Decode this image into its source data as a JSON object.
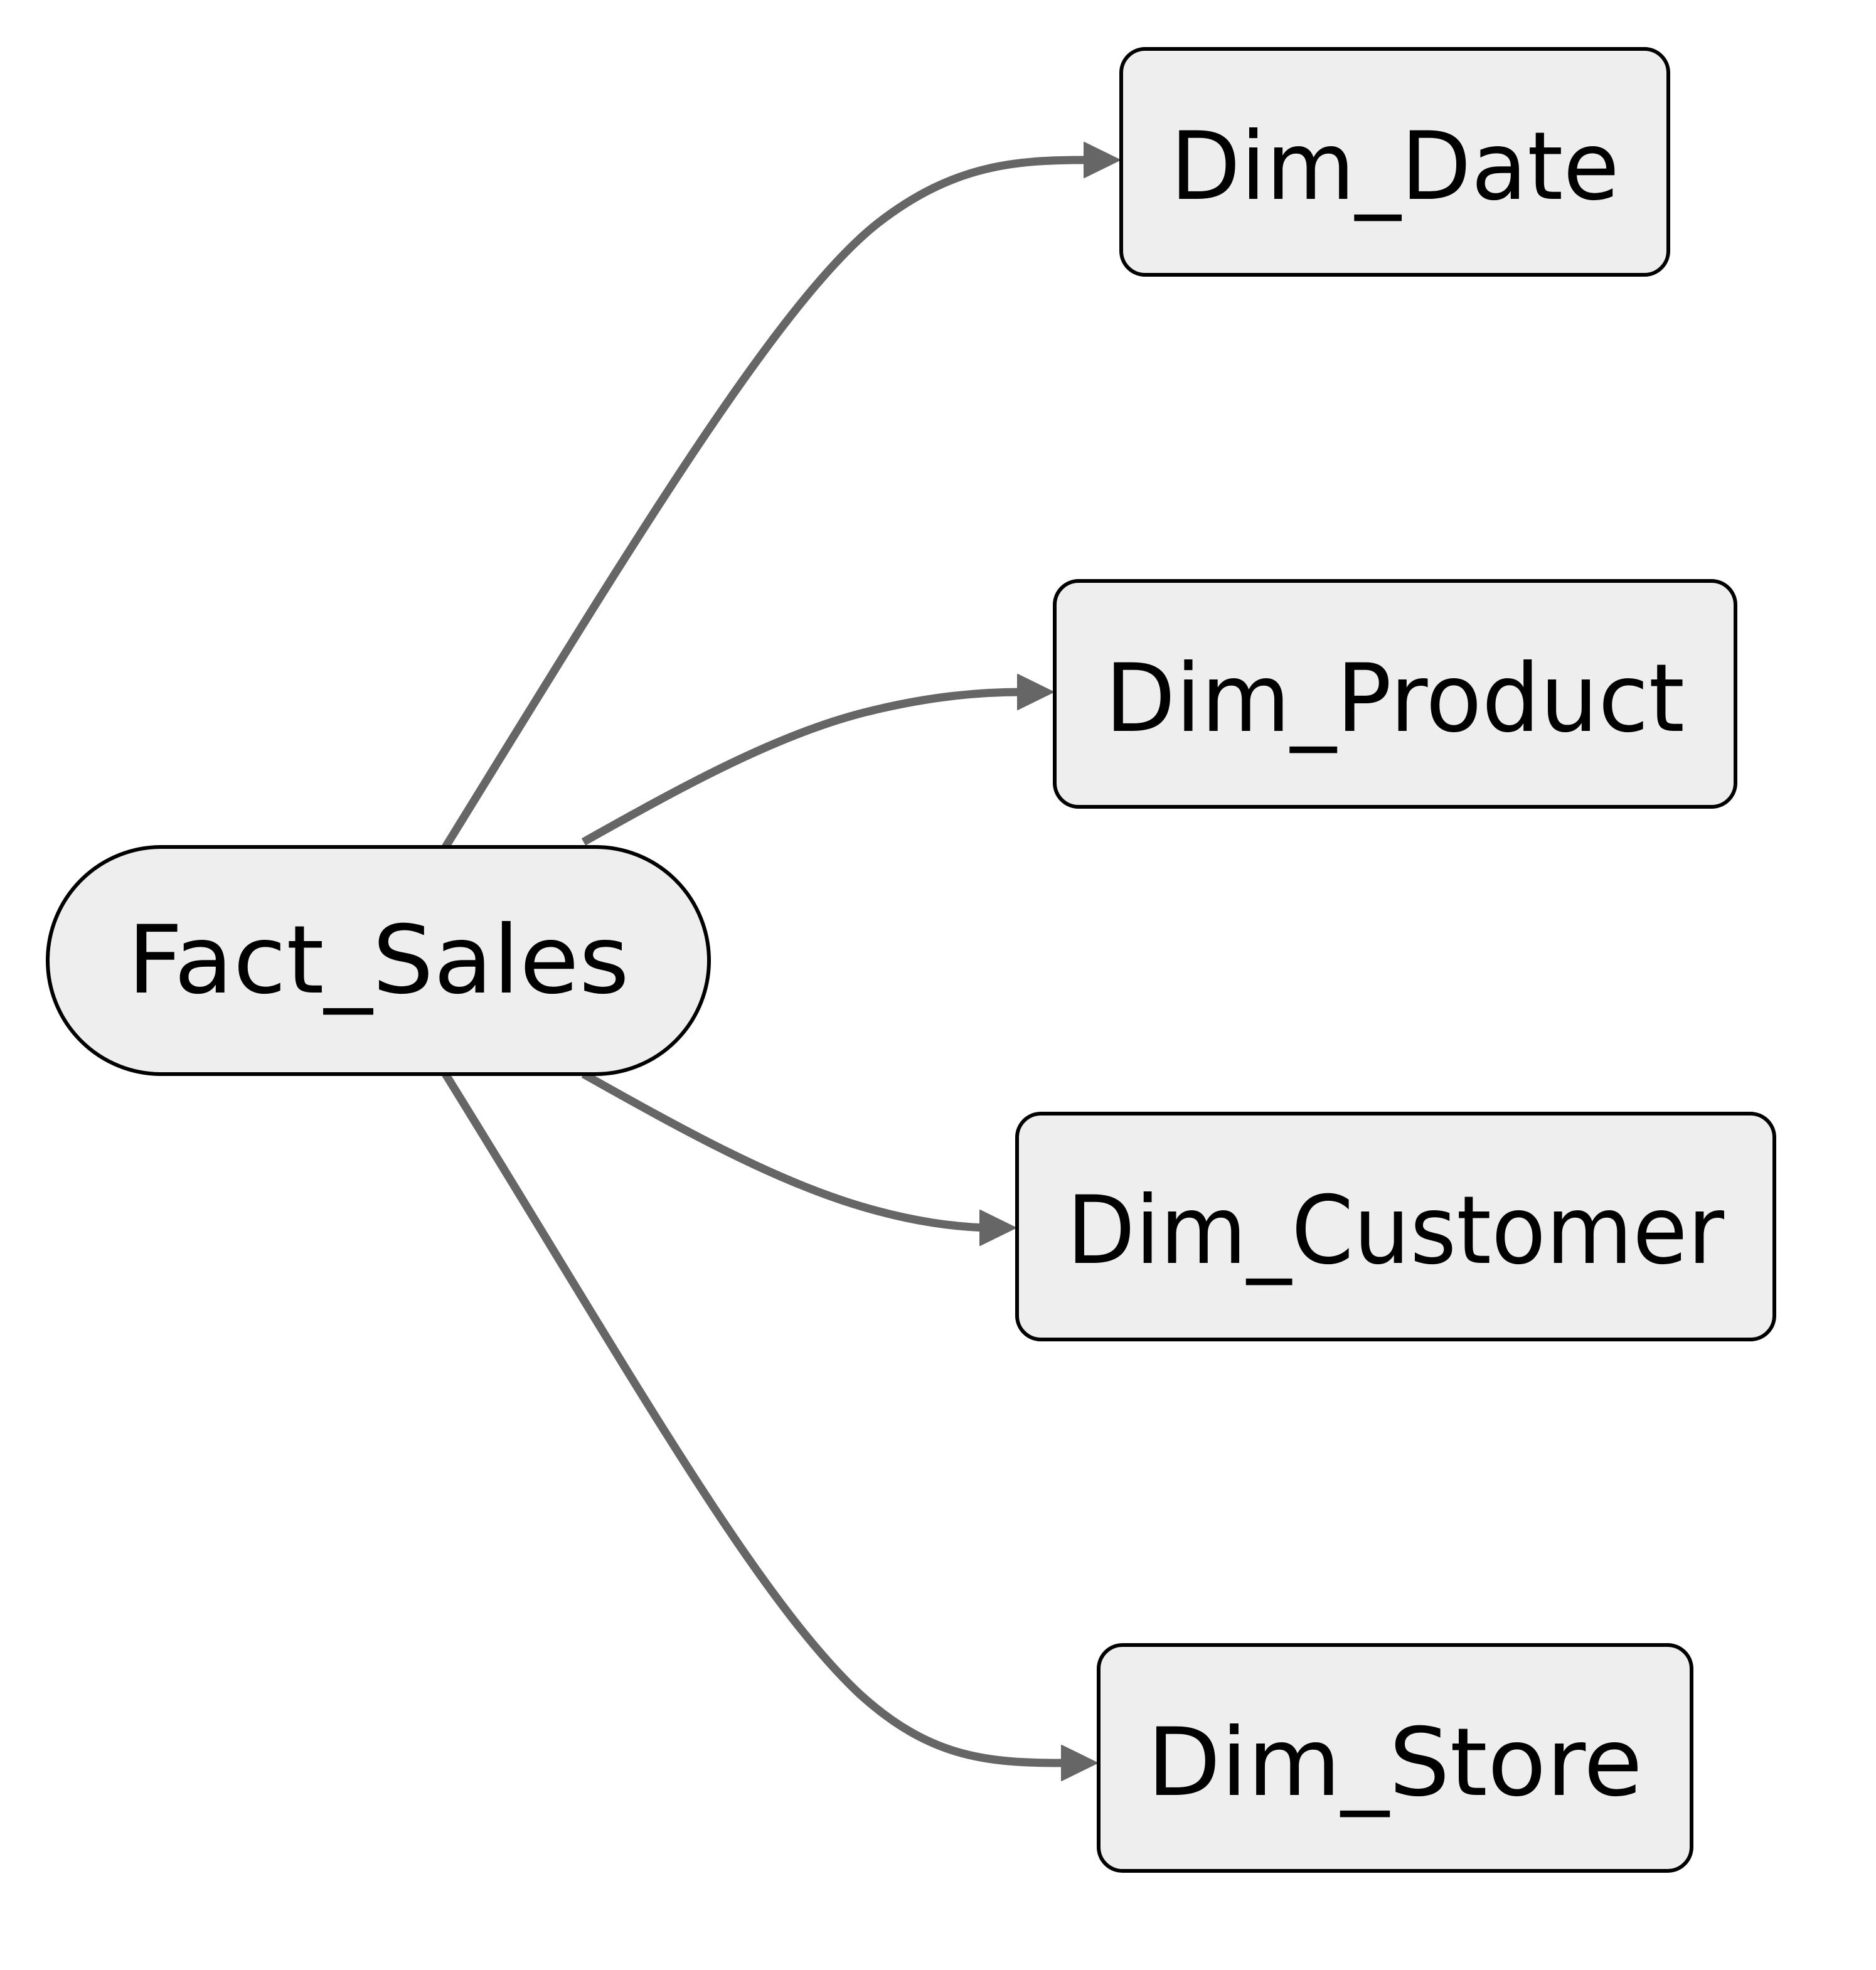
{
  "diagram": {
    "type": "flowchart",
    "direction": "left-to-right",
    "colors": {
      "node_fill": "#eeeeee",
      "node_stroke": "#000000",
      "edge": "#666666",
      "text": "#000000",
      "background": "#ffffff"
    },
    "nodes": {
      "fact_sales": {
        "label": "Fact_Sales",
        "shape": "stadium"
      },
      "dim_date": {
        "label": "Dim_Date",
        "shape": "rounded-rectangle"
      },
      "dim_product": {
        "label": "Dim_Product",
        "shape": "rounded-rectangle"
      },
      "dim_customer": {
        "label": "Dim_Customer",
        "shape": "rounded-rectangle"
      },
      "dim_store": {
        "label": "Dim_Store",
        "shape": "rounded-rectangle"
      }
    },
    "edges": [
      {
        "from": "fact_sales",
        "to": "dim_date"
      },
      {
        "from": "fact_sales",
        "to": "dim_product"
      },
      {
        "from": "fact_sales",
        "to": "dim_customer"
      },
      {
        "from": "fact_sales",
        "to": "dim_store"
      }
    ]
  }
}
